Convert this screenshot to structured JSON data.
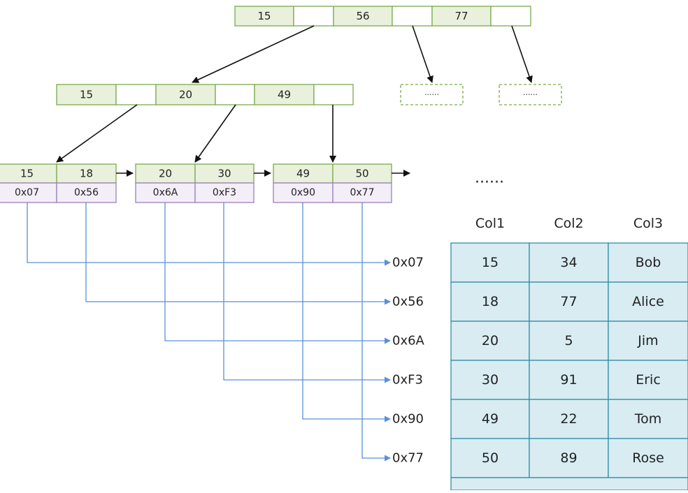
{
  "colors": {
    "node_fill": "#e9f0dc",
    "node_stroke": "#7aab4a",
    "pointer_fill": "#ffffff",
    "address_fill": "#f3eef8",
    "address_stroke": "#9b7fb8",
    "table_fill": "#d8ecf2",
    "table_stroke": "#2f8fa6",
    "link_line": "#5b8fd9",
    "arrow": "#111111"
  },
  "root": {
    "keys": [
      "15",
      "56",
      "77"
    ]
  },
  "level2": {
    "keys": [
      "15",
      "20",
      "49"
    ],
    "placeholders": [
      "......",
      "......"
    ]
  },
  "leaves": [
    {
      "keys": [
        "15",
        "18"
      ],
      "addresses": [
        "0x07",
        "0x56"
      ]
    },
    {
      "keys": [
        "20",
        "30"
      ],
      "addresses": [
        "0x6A",
        "0xF3"
      ]
    },
    {
      "keys": [
        "49",
        "50"
      ],
      "addresses": [
        "0x90",
        "0x77"
      ]
    }
  ],
  "ellipsis": "......",
  "address_labels": [
    "0x07",
    "0x56",
    "0x6A",
    "0xF3",
    "0x90",
    "0x77"
  ],
  "table": {
    "headers": [
      "Col1",
      "Col2",
      "Col3"
    ],
    "rows": [
      [
        "15",
        "34",
        "Bob"
      ],
      [
        "18",
        "77",
        "Alice"
      ],
      [
        "20",
        "5",
        "Jim"
      ],
      [
        "30",
        "91",
        "Eric"
      ],
      [
        "49",
        "22",
        "Tom"
      ],
      [
        "50",
        "89",
        "Rose"
      ]
    ]
  }
}
